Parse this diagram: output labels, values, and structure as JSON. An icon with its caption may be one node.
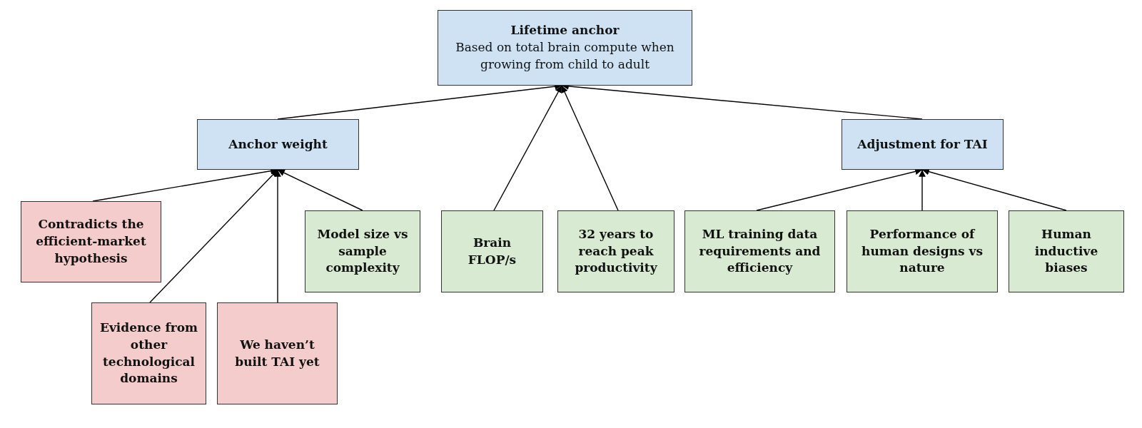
{
  "diagram": {
    "nodes": [
      {
        "text": [
          "Lifetime anchor",
          "Based on total brain compute when growing from child to adult"
        ]
      },
      {
        "text": [
          "Anchor weight"
        ]
      },
      {
        "text": [
          "Adjustment for TAI"
        ]
      },
      {
        "text": [
          "Contradicts the efficient-market hypothesis"
        ]
      },
      {
        "text": [
          "Model size vs sample complexity"
        ]
      },
      {
        "text": [
          "Brain FLOP/s"
        ]
      },
      {
        "text": [
          "32 years to reach peak productivity"
        ]
      },
      {
        "text": [
          "ML training data requirements and efficiency"
        ]
      },
      {
        "text": [
          "Performance of human designs vs nature"
        ]
      },
      {
        "text": [
          "Human inductive biases"
        ]
      },
      {
        "text": [
          "Evidence from other technological domains"
        ]
      },
      {
        "text": [
          "We haven’t built TAI yet"
        ]
      }
    ],
    "edges": [
      {
        "from": 1,
        "to": 0,
        "arrow": "to"
      },
      {
        "from": 5,
        "to": 0,
        "arrow": "to"
      },
      {
        "from": 6,
        "to": 0,
        "arrow": "to"
      },
      {
        "from": 2,
        "to": 0,
        "arrow": "to"
      },
      {
        "from": 3,
        "to": 1,
        "arrow": "to"
      },
      {
        "from": 10,
        "to": 1,
        "arrow": "to"
      },
      {
        "from": 11,
        "to": 1,
        "arrow": "to"
      },
      {
        "from": 4,
        "to": 1,
        "arrow": "to"
      },
      {
        "from": 7,
        "to": 2,
        "arrow": "to"
      },
      {
        "from": 8,
        "to": 2,
        "arrow": "to"
      },
      {
        "from": 9,
        "to": 2,
        "arrow": "to"
      }
    ]
  }
}
